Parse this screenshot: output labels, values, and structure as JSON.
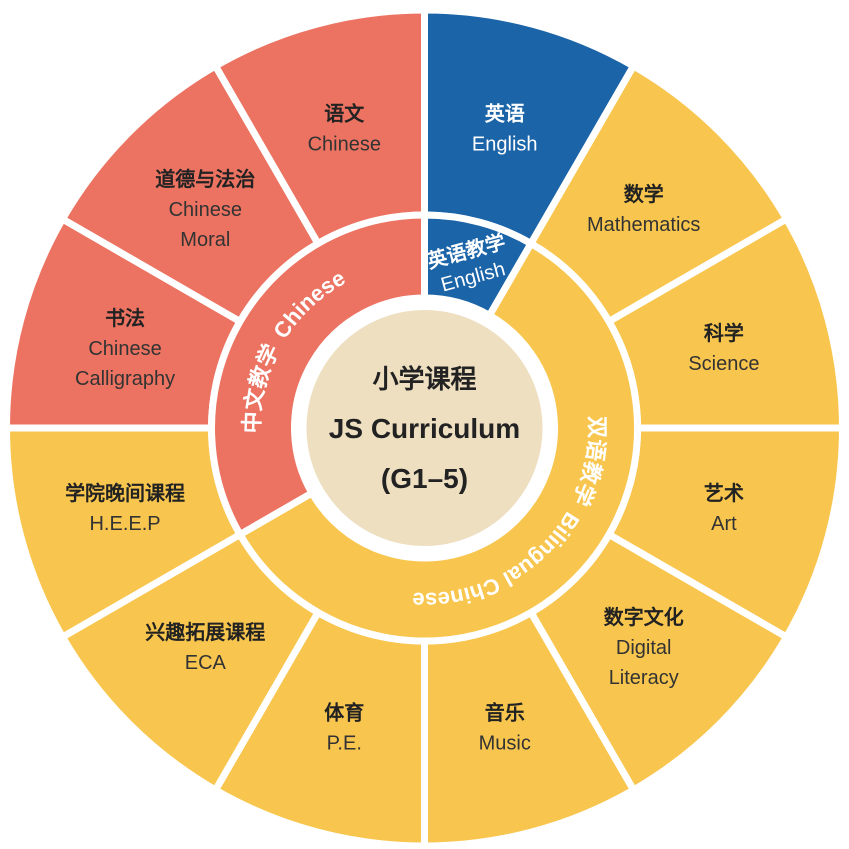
{
  "center": {
    "title_zh": "小学课程",
    "title_en": "JS Curriculum",
    "grades": "(G1–5)"
  },
  "inner_ring": [
    {
      "id": "english",
      "zh": "英语教学",
      "en": "English",
      "color": "#1B64A8"
    },
    {
      "id": "bilingual",
      "zh": "双语教学",
      "en": "Bilingual Chinese",
      "color": "#F8C64E"
    },
    {
      "id": "chinese",
      "zh": "中文教学",
      "en": "Chinese",
      "color": "#EC7361"
    }
  ],
  "outer_ring": [
    {
      "id": "english",
      "zh": "英语",
      "en": [
        "English"
      ],
      "color": "#1B64A8"
    },
    {
      "id": "math",
      "zh": "数学",
      "en": [
        "Mathematics"
      ],
      "color": "#F8C64E"
    },
    {
      "id": "science",
      "zh": "科学",
      "en": [
        "Science"
      ],
      "color": "#F8C64E"
    },
    {
      "id": "art",
      "zh": "艺术",
      "en": [
        "Art"
      ],
      "color": "#F8C64E"
    },
    {
      "id": "digital",
      "zh": "数字文化",
      "en": [
        "Digital",
        "Literacy"
      ],
      "color": "#F8C64E"
    },
    {
      "id": "music",
      "zh": "音乐",
      "en": [
        "Music"
      ],
      "color": "#F8C64E"
    },
    {
      "id": "pe",
      "zh": "体育",
      "en": [
        "P.E."
      ],
      "color": "#F8C64E"
    },
    {
      "id": "eca",
      "zh": "兴趣拓展课程",
      "en": [
        "ECA"
      ],
      "color": "#F8C64E"
    },
    {
      "id": "heep",
      "zh": "学院晚间课程",
      "en": [
        "H.E.E.P"
      ],
      "color": "#F8C64E"
    },
    {
      "id": "calligraphy",
      "zh": "书法",
      "en": [
        "Chinese",
        "Calligraphy"
      ],
      "color": "#EC7361"
    },
    {
      "id": "moral",
      "zh": "道德与法治",
      "en": [
        "Chinese",
        "Moral"
      ],
      "color": "#EC7361"
    },
    {
      "id": "chinese",
      "zh": "语文",
      "en": [
        "Chinese"
      ],
      "color": "#EC7361"
    }
  ],
  "colors": {
    "center_fill": "#EEDFC0",
    "gap": "#ffffff"
  }
}
